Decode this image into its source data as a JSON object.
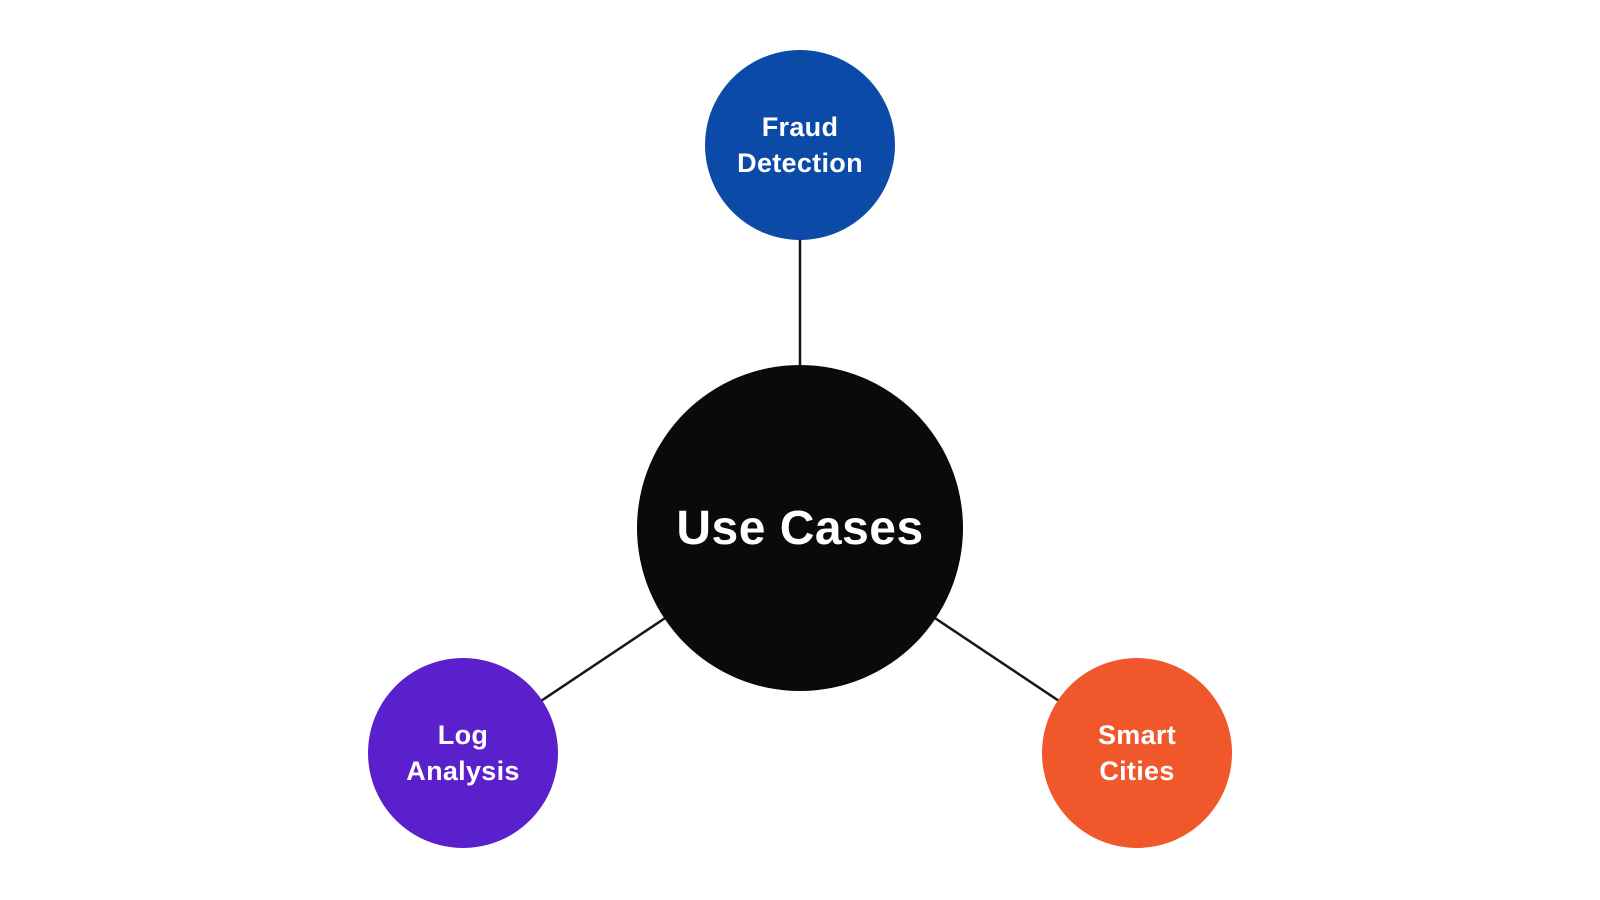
{
  "diagram": {
    "background": "#ffffff",
    "connector_color": "#161616",
    "center": {
      "label": "Use Cases",
      "color": "#0a0a0a",
      "text_color": "#ffffff"
    },
    "nodes": [
      {
        "id": "fraud-detection",
        "label": "Fraud Detection",
        "lines": [
          "Fraud",
          "Detection"
        ],
        "color": "#0b4aa6",
        "text_color": "#ffffff",
        "position": "top"
      },
      {
        "id": "log-analysis",
        "label": "Log Analysis",
        "lines": [
          "Log",
          "Analysis"
        ],
        "color": "#5a20cc",
        "text_color": "#ffffff",
        "position": "bottom-left"
      },
      {
        "id": "smart-cities",
        "label": "Smart Cities",
        "lines": [
          "Smart",
          "Cities"
        ],
        "color": "#f0572b",
        "text_color": "#ffffff",
        "position": "bottom-right"
      }
    ]
  }
}
